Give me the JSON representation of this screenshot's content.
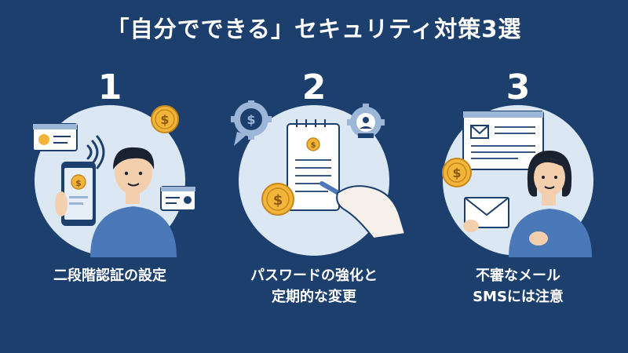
{
  "title": "「自分でできる」セキュリティ対策3選",
  "steps": [
    {
      "number": "1",
      "lines": [
        "二段階認証の設定"
      ]
    },
    {
      "number": "2",
      "lines": [
        "パスワードの強化と",
        "定期的な変更"
      ]
    },
    {
      "number": "3",
      "lines": [
        "不審なメール",
        "SMSには注意"
      ]
    }
  ],
  "icons": {
    "coin_symbol": "$"
  },
  "colors": {
    "background": "#1d3f6e",
    "circle": "#dce7f4",
    "coin": "#f2b53a",
    "shirt": "#4a78b8"
  }
}
